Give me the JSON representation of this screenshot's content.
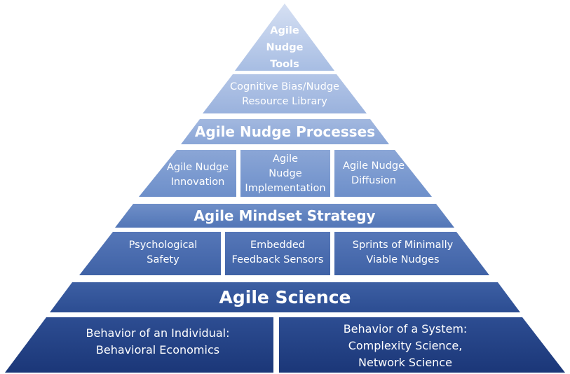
{
  "pyramid": {
    "tools": "Agile\nNudge\nTools",
    "library": "Cognitive Bias/Nudge\nResource Library",
    "processes": "Agile Nudge Processes",
    "innovation": "Agile Nudge\nInnovation",
    "implementation": "Agile\nNudge\nImplementation",
    "diffusion": "Agile Nudge\nDiffusion",
    "mindset": "Agile Mindset Strategy",
    "safety": "Psychological\nSafety",
    "sensors": "Embedded\nFeedback Sensors",
    "sprints": "Sprints of Minimally\nViable Nudges",
    "science": "Agile Science",
    "individual": "Behavior of an Individual:\nBehavioral Economics",
    "system": "Behavior of a System:\nComplexity Science,\nNetwork Science"
  },
  "colors": {
    "top": "#bccde9",
    "mid": "#7e9bcf",
    "low": "#3f62a5",
    "bottom": "#1f3c80"
  }
}
